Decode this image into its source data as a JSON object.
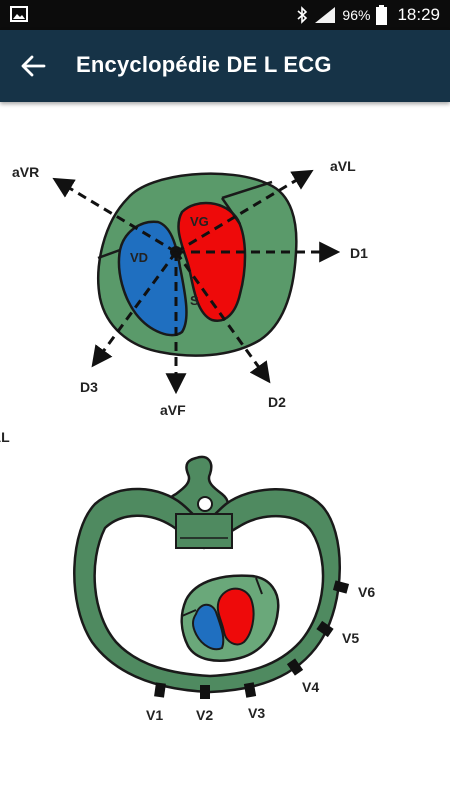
{
  "status_bar": {
    "battery": "96%",
    "time": "18:29",
    "icons": [
      "image-icon",
      "bluetooth-icon",
      "signal-icon",
      "battery-icon"
    ]
  },
  "app_bar": {
    "title": "Encyclopédie DE L ECG",
    "back_icon": "arrow-left-icon"
  },
  "frontal_diagram": {
    "leads": {
      "avr": "aVR",
      "avl": "aVL",
      "d1": "D1",
      "d2": "D2",
      "d3": "D3",
      "avf": "aVF"
    },
    "chambers": {
      "vd": "VD",
      "vg": "VG",
      "s": "S"
    },
    "cropped_label": "AL"
  },
  "horizontal_diagram": {
    "leads": {
      "v1": "V1",
      "v2": "V2",
      "v3": "V3",
      "v4": "V4",
      "v5": "V5",
      "v6": "V6"
    }
  },
  "colors": {
    "appbar": "#163347",
    "heart_green": "#5a9a6a",
    "rv_blue": "#1f6fc0",
    "lv_red": "#e01010"
  }
}
